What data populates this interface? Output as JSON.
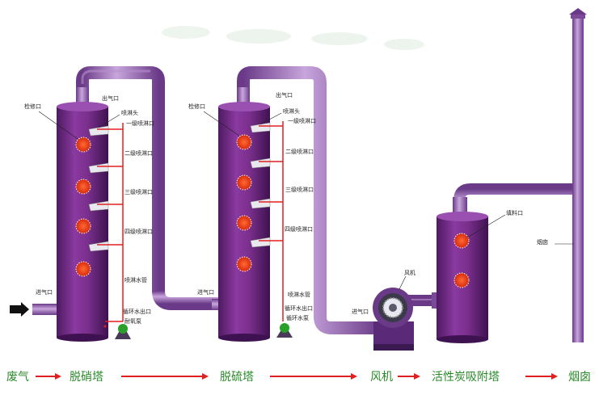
{
  "tower1": {
    "outlet": "出气口",
    "inspection": "检修口",
    "spray_head": "喷淋头",
    "stage1": "一级喷淋口",
    "stage2": "二级喷淋口",
    "stage3": "三级喷淋口",
    "stage4": "四级喷淋口",
    "spray_pipe": "喷淋水管",
    "inlet": "进气口",
    "circ_outlet": "循环水出口",
    "pump": "耐氧泵"
  },
  "tower2": {
    "outlet": "出气口",
    "inspection": "检修口",
    "spray_head": "喷淋头",
    "stage1": "一级喷淋口",
    "stage2": "二级喷淋口",
    "stage3": "三级喷淋口",
    "stage4": "四级喷淋口",
    "spray_pipe": "喷淋水管",
    "inlet": "进气口",
    "circ_outlet": "循环水出口",
    "pump": "循环水泵"
  },
  "fan": {
    "label": "风机",
    "inlet": "进气口"
  },
  "adsorber": {
    "fill_port": "填料口"
  },
  "chimney": {
    "label": "烟囱"
  },
  "flow": [
    "废气",
    "脱硝塔",
    "脱硫塔",
    "风机",
    "活性炭吸附塔",
    "烟囱"
  ],
  "colors": {
    "tower": "#7a2f8c",
    "pipe": "#9a6ab8",
    "port": "#e63c1e",
    "flow_text": "#2a8a2a",
    "arrow": "#e02020"
  }
}
